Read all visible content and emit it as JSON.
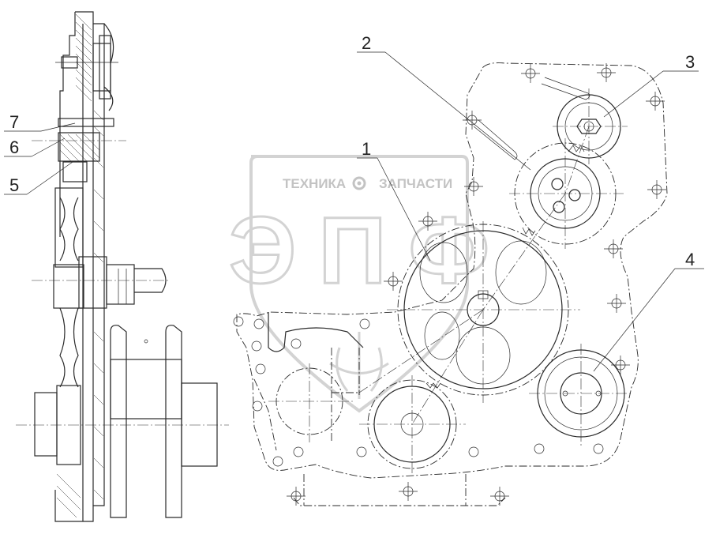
{
  "callouts": [
    {
      "id": "7",
      "label": "7"
    },
    {
      "id": "6",
      "label": "6"
    },
    {
      "id": "5",
      "label": "5"
    },
    {
      "id": "1",
      "label": "1"
    },
    {
      "id": "2",
      "label": "2"
    },
    {
      "id": "3",
      "label": "3"
    },
    {
      "id": "4",
      "label": "4"
    }
  ],
  "watermark": {
    "top_left": "ТЕХНИКА",
    "top_right": "ЗАПЧАСТИ",
    "logo": "ЭПФ",
    "gear_icon": "gear-icon",
    "color": "#c8c8c8"
  },
  "colors": {
    "line": "#2a2a2a",
    "background": "#ffffff"
  }
}
